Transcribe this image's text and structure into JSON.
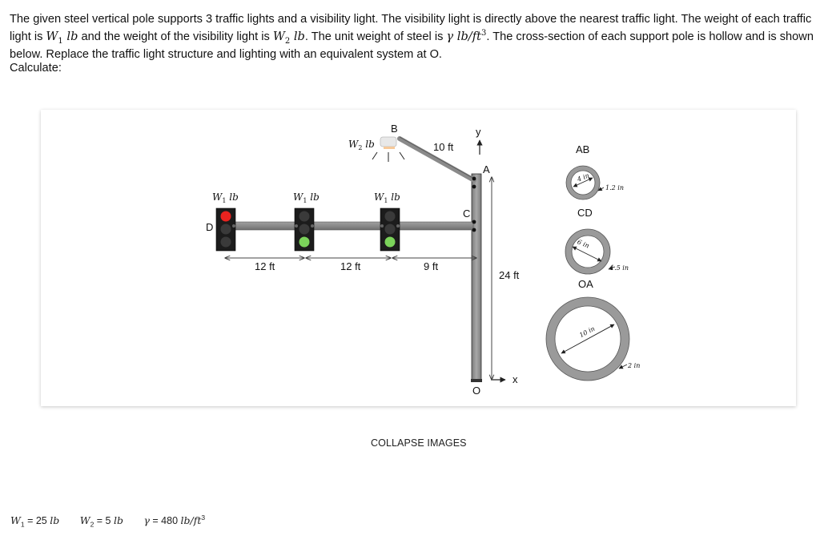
{
  "problem": {
    "p1": "The given steel vertical pole supports 3 traffic lights and a visibility light. The visibility light is directly above the nearest traffic light. The weight of each traffic light is ",
    "w1_sym": "W",
    "w1_sub": "1",
    "unit_lb": " lb",
    "p2": " and the weight of the visibility light is ",
    "w2_sym": "W",
    "w2_sub": "2",
    "p3": ". The unit weight of steel is ",
    "gamma_expr": "γ lb/ft",
    "gamma_sup": "3",
    "p4": ". The cross-section of each support pole is hollow and is shown below. Replace the traffic light structure and lighting with an equivalent system at O.",
    "p5": "Calculate:"
  },
  "diagram": {
    "point_b": "B",
    "point_a": "A",
    "point_c": "C",
    "point_d": "D",
    "point_o": "O",
    "axis_y": "y",
    "axis_x": "x",
    "load_w": "W",
    "load_w1_sub": "1",
    "load_w2_sub": "2",
    "load_unit": " lb",
    "dim_10ft": "10 ft",
    "dim_12ft_a": "12 ft",
    "dim_12ft_b": "12 ft",
    "dim_9ft": "9 ft",
    "dim_24ft": "24 ft",
    "section_ab": "AB",
    "section_cd": "CD",
    "section_oa": "OA",
    "ab_diam": "4 in",
    "ab_thick": "1.2 in",
    "cd_diam": "6 in",
    "cd_thick": "1.5 in",
    "oa_diam": "10 in",
    "oa_thick": "2 in",
    "colors": {
      "red_light": "#e8231f",
      "green_light": "#7bd35a",
      "pole": "#8a8a8a",
      "dark_housing": "#222222"
    }
  },
  "collapse_label": "COLLAPSE IMAGES",
  "givens": {
    "w1_sym": "W",
    "w1_sub": "1",
    "w1_val": " = 25 ",
    "w1_unit": "lb",
    "w2_sym": "W",
    "w2_sub": "2",
    "w2_val": " = 5 ",
    "w2_unit": "lb",
    "g_sym": "γ",
    "g_val": " = 480 ",
    "g_unit": "lb/ft",
    "g_sup": "3"
  }
}
